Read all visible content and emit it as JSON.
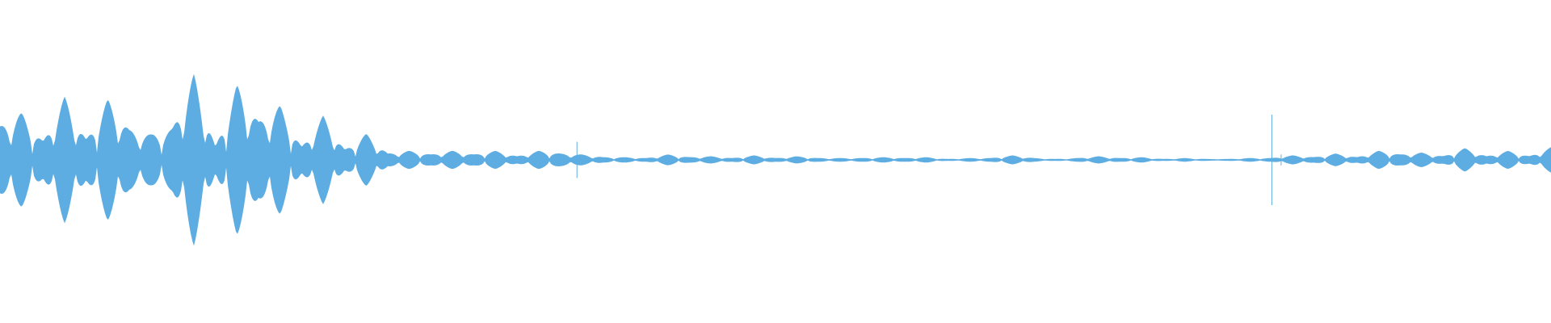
{
  "waveform": {
    "color": "#5dade2",
    "background": "#ffffff",
    "amplitude_envelope": [
      0.37,
      0.52,
      0.2,
      0.7,
      0.22,
      0.67,
      0.33,
      0.28,
      0.34,
      0.95,
      0.14,
      0.83,
      0.42,
      0.6,
      0.14,
      0.49,
      0.11,
      0.29,
      0.07,
      0.1,
      0.06,
      0.1,
      0.06,
      0.1,
      0.04,
      0.1,
      0.07,
      0.06,
      0.03,
      0.03,
      0.02,
      0.06,
      0.03,
      0.04,
      0.02,
      0.05,
      0.02,
      0.04,
      0.02,
      0.02,
      0.02,
      0.03,
      0.02,
      0.03,
      0.01,
      0.02,
      0.02,
      0.05,
      0.02,
      0.01,
      0.02,
      0.04,
      0.02,
      0.03,
      0.01,
      0.02,
      0.01,
      0.01,
      0.02,
      0.02,
      0.05,
      0.03,
      0.07,
      0.03,
      0.1,
      0.06,
      0.08,
      0.04,
      0.13,
      0.04,
      0.1,
      0.04,
      0.14
    ],
    "spikes": [
      {
        "position": 0.372,
        "amplitude": 0.2
      },
      {
        "position": 0.82,
        "amplitude": 0.5
      },
      {
        "position": 0.826,
        "amplitude": 0.06
      }
    ]
  }
}
